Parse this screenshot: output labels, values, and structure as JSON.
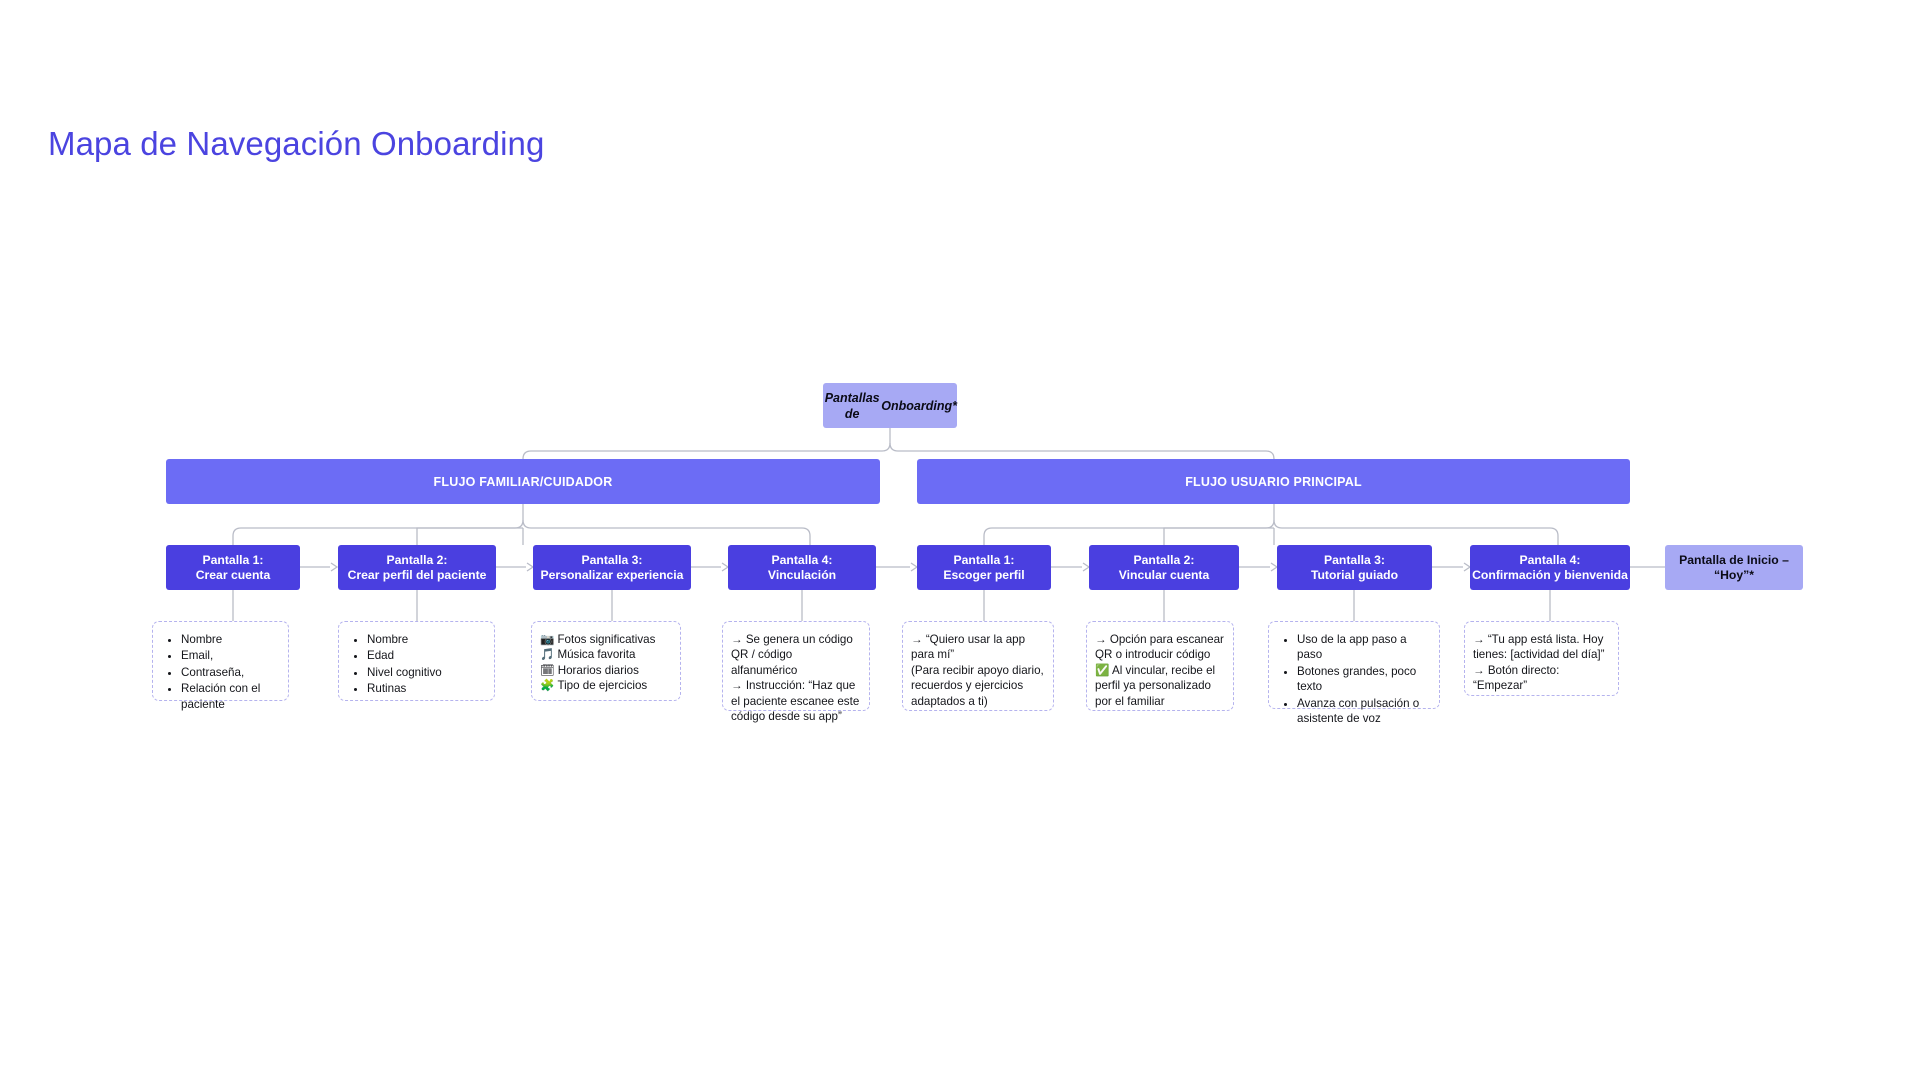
{
  "page": {
    "title": "Mapa de Navegación Onboarding",
    "title_color": "#4b44e0",
    "background": "#ffffff"
  },
  "colors": {
    "node_primary": "#4a3fe0",
    "flow_bar": "#6c6cf5",
    "node_light": "#a7a9f4",
    "connector": "#b9bcc7",
    "detail_border": "#b5b3ee",
    "text_dark": "#14151a",
    "text_light": "#ffffff"
  },
  "root": {
    "label_line1": "Pantallas de",
    "label_line2": "Onboarding*"
  },
  "flows": [
    {
      "id": "familiar",
      "label": "FLUJO FAMILIAR/CUIDADOR"
    },
    {
      "id": "principal",
      "label": "FLUJO USUARIO PRINCIPAL"
    }
  ],
  "screens": [
    {
      "id": "f1",
      "flow": "familiar",
      "line1": "Pantalla 1:",
      "line2": "Crear cuenta",
      "detail": {
        "type": "bullets",
        "items": [
          "Nombre",
          "Email,",
          "Contraseña,",
          "Relación con el paciente"
        ]
      }
    },
    {
      "id": "f2",
      "flow": "familiar",
      "line1": "Pantalla 2:",
      "line2": "Crear perfil del paciente",
      "detail": {
        "type": "bullets",
        "items": [
          "Nombre",
          "Edad",
          "Nivel cognitivo",
          "Rutinas"
        ]
      }
    },
    {
      "id": "f3",
      "flow": "familiar",
      "line1": "Pantalla 3:",
      "line2": "Personalizar experiencia",
      "detail": {
        "type": "emoji-lines",
        "items": [
          {
            "icon": "📷",
            "icon_name": "camera-icon",
            "text": "Fotos significativas"
          },
          {
            "icon": "🎵",
            "icon_name": "music-note-icon",
            "text": "Música favorita"
          },
          {
            "icon": "🗓",
            "icon_name": "calendar-icon",
            "text": "Horarios diarios"
          },
          {
            "icon": "🧩",
            "icon_name": "puzzle-piece-icon",
            "text": "Tipo de ejercicios"
          }
        ]
      }
    },
    {
      "id": "f4",
      "flow": "familiar",
      "line1": "Pantalla 4:",
      "line2": "Vinculación",
      "detail": {
        "type": "lines",
        "items": [
          "→ Se genera un código QR / código alfanumérico",
          " → Instrucción: “Haz que el paciente escanee este código desde su app”"
        ]
      }
    },
    {
      "id": "p1",
      "flow": "principal",
      "line1": "Pantalla 1:",
      "line2": "Escoger perfil",
      "detail": {
        "type": "lines",
        "items": [
          "→ “Quiero usar la app para mí”",
          "(Para recibir apoyo diario, recuerdos y ejercicios adaptados a ti)"
        ]
      }
    },
    {
      "id": "p2",
      "flow": "principal",
      "line1": "Pantalla 2:",
      "line2": "Vincular cuenta",
      "detail": {
        "type": "lines",
        "items": [
          "→ Opción para escanear QR o introducir código",
          "✅ Al vincular, recibe el perfil ya personalizado por el familiar"
        ]
      }
    },
    {
      "id": "p3",
      "flow": "principal",
      "line1": "Pantalla 3:",
      "line2": "Tutorial guiado",
      "detail": {
        "type": "bullets",
        "items": [
          "Uso de la app paso a paso",
          "Botones grandes, poco texto",
          "Avanza con pulsación o asistente de voz"
        ]
      }
    },
    {
      "id": "p4",
      "flow": "principal",
      "line1": "Pantalla 4:",
      "line2": "Confirmación y bienvenida",
      "detail": {
        "type": "lines",
        "items": [
          "→ “Tu app está lista. Hoy tienes: [actividad del día]”",
          " → Botón directo: “Empezar”"
        ]
      }
    }
  ],
  "final_screen": {
    "line1": "Pantalla de Inicio –",
    "line2": "“Hoy”*"
  }
}
